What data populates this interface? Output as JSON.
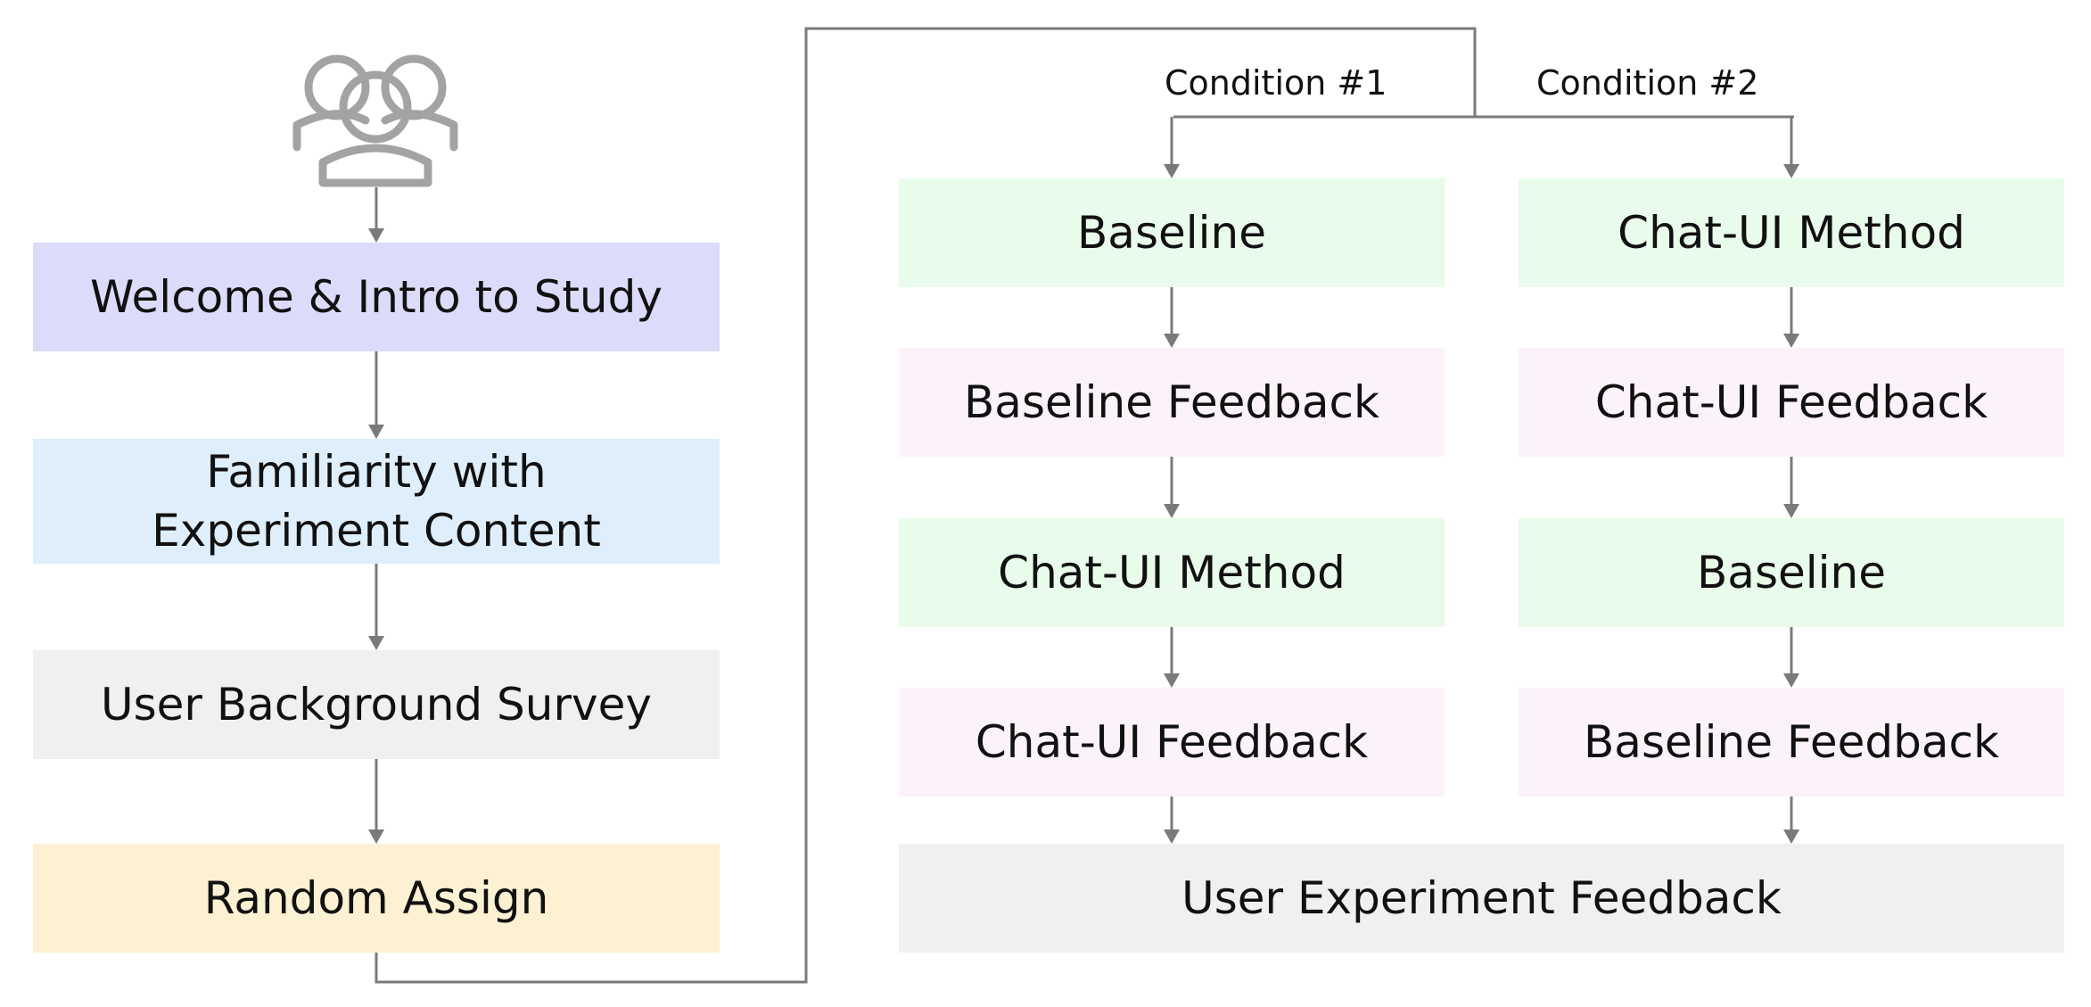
{
  "icon": "users-group-icon",
  "left_flow": [
    {
      "label": "Welcome & Intro to Study",
      "color": "#DDDBFA"
    },
    {
      "label": "Familiarity with\nExperiment Content",
      "color": "#DFEEFB"
    },
    {
      "label": "User Background Survey",
      "color": "#F0F0F0"
    },
    {
      "label": "Random Assign",
      "color": "#FCF1D3"
    }
  ],
  "conditions": [
    {
      "label": "Condition #1",
      "steps": [
        {
          "label": "Baseline",
          "color": "#E9FBEA"
        },
        {
          "label": "Baseline Feedback",
          "color": "#FCF2FA"
        },
        {
          "label": "Chat-UI Method",
          "color": "#E9FBEA"
        },
        {
          "label": "Chat-UI Feedback",
          "color": "#FCF2FA"
        }
      ]
    },
    {
      "label": "Condition #2",
      "steps": [
        {
          "label": "Chat-UI Method",
          "color": "#E9FBEA"
        },
        {
          "label": "Chat-UI Feedback",
          "color": "#FCF2FA"
        },
        {
          "label": "Baseline",
          "color": "#E9FBEA"
        },
        {
          "label": "Baseline Feedback",
          "color": "#FCF2FA"
        }
      ]
    }
  ],
  "final_step": {
    "label": "User Experiment Feedback",
    "color": "#F0F0F0"
  },
  "connector_color": "#7A7A7A",
  "icon_color": "#A3A3A3"
}
